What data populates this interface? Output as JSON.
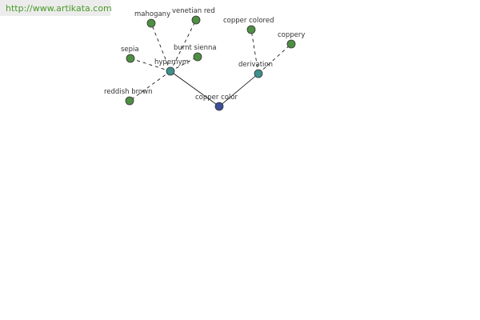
{
  "url": "http://www.artikata.com",
  "colors": {
    "leaf": "#4e8f43",
    "relation": "#3f8f8c",
    "root": "#3e4f9a",
    "edge": "#000000"
  },
  "diagram": {
    "root": {
      "label": "copper color"
    },
    "relations": [
      {
        "id": "hypernym",
        "label": "hypernym"
      },
      {
        "id": "derivation",
        "label": "derivation"
      }
    ],
    "leaves": [
      {
        "label": "mahogany",
        "parent": "hypernym"
      },
      {
        "label": "venetian red",
        "parent": "hypernym"
      },
      {
        "label": "sepia",
        "parent": "hypernym"
      },
      {
        "label": "burnt sienna",
        "parent": "hypernym"
      },
      {
        "label": "reddish brown",
        "parent": "hypernym"
      },
      {
        "label": "copper colored",
        "parent": "derivation"
      },
      {
        "label": "coppery",
        "parent": "derivation"
      }
    ]
  }
}
